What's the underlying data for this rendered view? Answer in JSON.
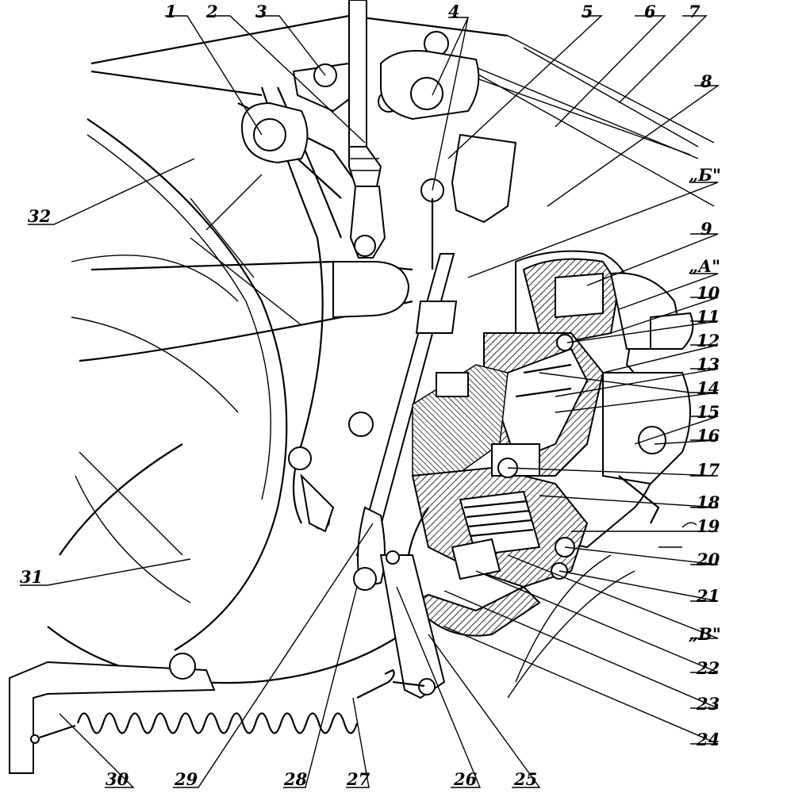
{
  "figure": {
    "labels": [
      {
        "text": "1"
      },
      {
        "text": "2"
      },
      {
        "text": "3"
      },
      {
        "text": "4"
      },
      {
        "text": "5"
      },
      {
        "text": "6"
      },
      {
        "text": "7"
      },
      {
        "text": "8"
      },
      {
        "text": "„Б\""
      },
      {
        "text": "9"
      },
      {
        "text": "„А\""
      },
      {
        "text": "10"
      },
      {
        "text": "11"
      },
      {
        "text": "12"
      },
      {
        "text": "13"
      },
      {
        "text": "14"
      },
      {
        "text": "15"
      },
      {
        "text": "16"
      },
      {
        "text": "17"
      },
      {
        "text": "18"
      },
      {
        "text": "19"
      },
      {
        "text": "20"
      },
      {
        "text": "21"
      },
      {
        "text": "„В\""
      },
      {
        "text": "22"
      },
      {
        "text": "23"
      },
      {
        "text": "24"
      },
      {
        "text": "25"
      },
      {
        "text": "26"
      },
      {
        "text": "27"
      },
      {
        "text": "28"
      },
      {
        "text": "29"
      },
      {
        "text": "30"
      },
      {
        "text": "31"
      },
      {
        "text": "32"
      }
    ]
  }
}
